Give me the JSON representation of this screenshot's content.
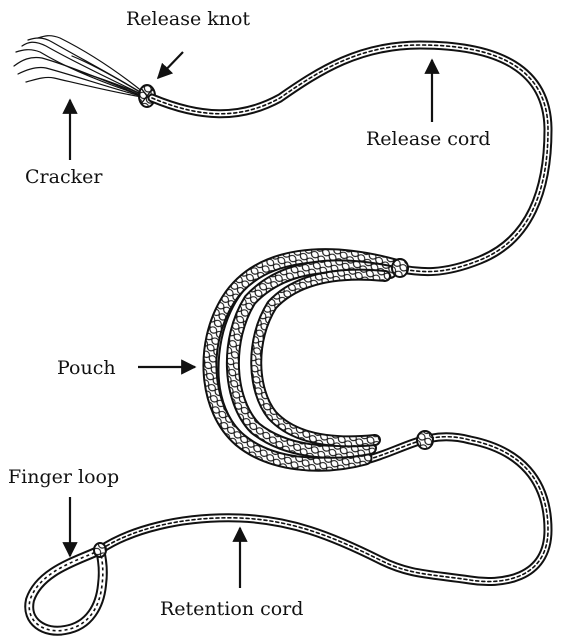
{
  "labels": {
    "release_knot": "Release knot",
    "cracker": "Cracker",
    "release_cord": "Release cord",
    "pouch": "Pouch",
    "finger_loop": "Finger loop",
    "retention_cord": "Retention cord"
  },
  "colors": {
    "ink": "#111111",
    "background": "#ffffff"
  }
}
